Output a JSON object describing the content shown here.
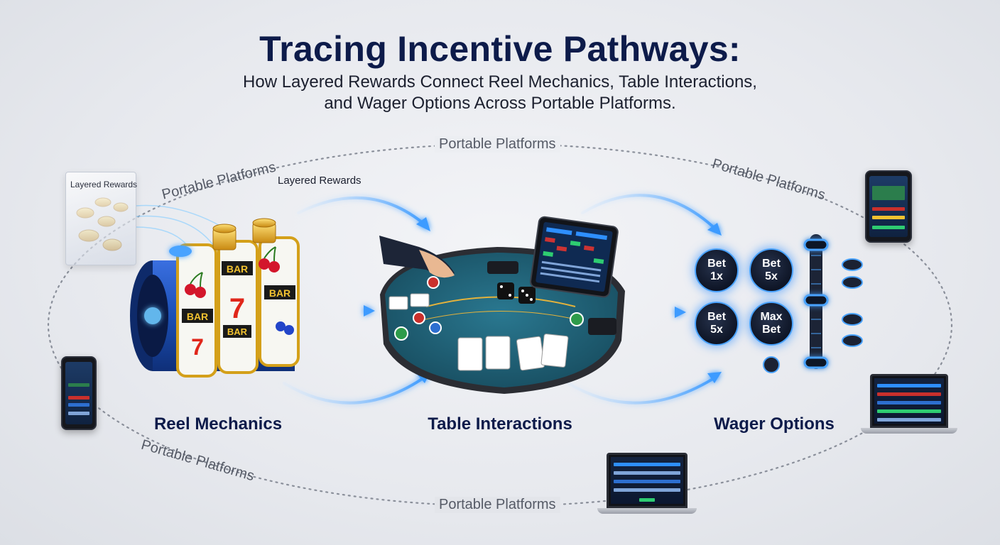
{
  "title": "Tracing Incentive Pathways:",
  "subtitle_line1": "How Layered Rewards Connect Reel Mechanics, Table Interactions,",
  "subtitle_line2": "and Wager Options Across Portable Platforms.",
  "ring_label": "Portable Platforms",
  "layered_rewards_label": "Layered Rewards",
  "stages": {
    "reel": "Reel Mechanics",
    "table": "Table Interactions",
    "wager": "Wager Options"
  },
  "reel_symbols": [
    "BAR",
    "7",
    "BAR",
    "BAR"
  ],
  "bet_buttons": [
    {
      "line1": "Bet",
      "line2": "1x"
    },
    {
      "line1": "Bet",
      "line2": "5x"
    },
    {
      "line1": "Bet",
      "line2": "5x"
    },
    {
      "line1": "Max",
      "line2": "Bet"
    }
  ],
  "colors": {
    "title": "#0d1b4a",
    "glow": "#4aa3ff",
    "table_felt": "#1f5f73",
    "reel_blue": "#1e4fb3"
  }
}
